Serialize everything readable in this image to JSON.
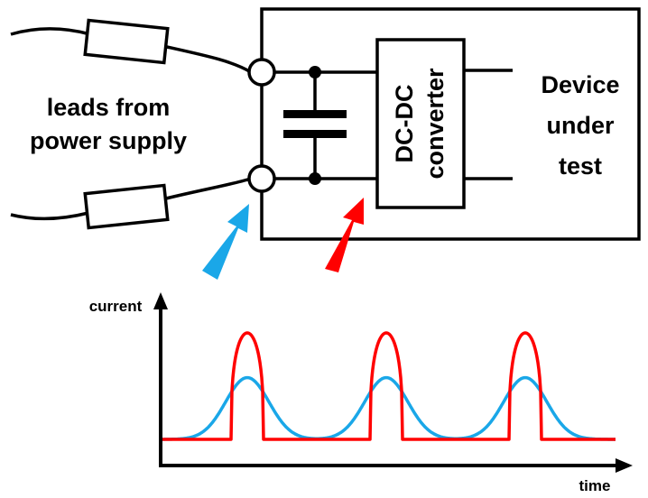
{
  "labels": {
    "leads_line1": "leads from",
    "leads_line2": "power supply",
    "converter_line1": "DC-DC",
    "converter_line2": "converter",
    "device_line1": "Device",
    "device_line2": "under",
    "device_line3": "test",
    "y_axis": "current",
    "x_axis": "time"
  },
  "colors": {
    "supply_current": "#1aa7e8",
    "converter_current": "#ff0000",
    "wire": "#000000"
  },
  "waveform": {
    "pulses": 3,
    "blue_peak_relative": 0.58,
    "red_peak_relative": 1.0
  }
}
